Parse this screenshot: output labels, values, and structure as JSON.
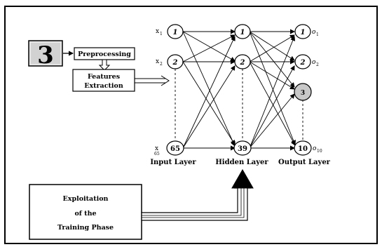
{
  "input_image": {
    "digit": "3"
  },
  "boxes": {
    "preprocessing": "Preprocessing",
    "features_line1": "Features",
    "features_line2": "Extraction",
    "exploitation_line1": "Exploitation",
    "exploitation_line2": "of the",
    "exploitation_line3": "Training Phase"
  },
  "input_layer": {
    "label": "Input Layer",
    "nodes": [
      "1",
      "2",
      "65"
    ],
    "input_labels": [
      {
        "base": "x",
        "sub": "1"
      },
      {
        "base": "x",
        "sub": "2"
      },
      {
        "base": "x",
        "sub": "65"
      }
    ]
  },
  "hidden_layer": {
    "label": "Hidden Layer",
    "nodes": [
      "1",
      "2",
      "39"
    ]
  },
  "output_layer": {
    "label": "Output Layer",
    "nodes": [
      "1",
      "2",
      "3",
      "10"
    ],
    "highlighted": "3",
    "highlight_color": "#c8c8c8",
    "output_labels": [
      {
        "base": "o",
        "sub": "1"
      },
      {
        "base": "o",
        "sub": "2"
      },
      {
        "base": "o",
        "sub": "10"
      }
    ]
  }
}
